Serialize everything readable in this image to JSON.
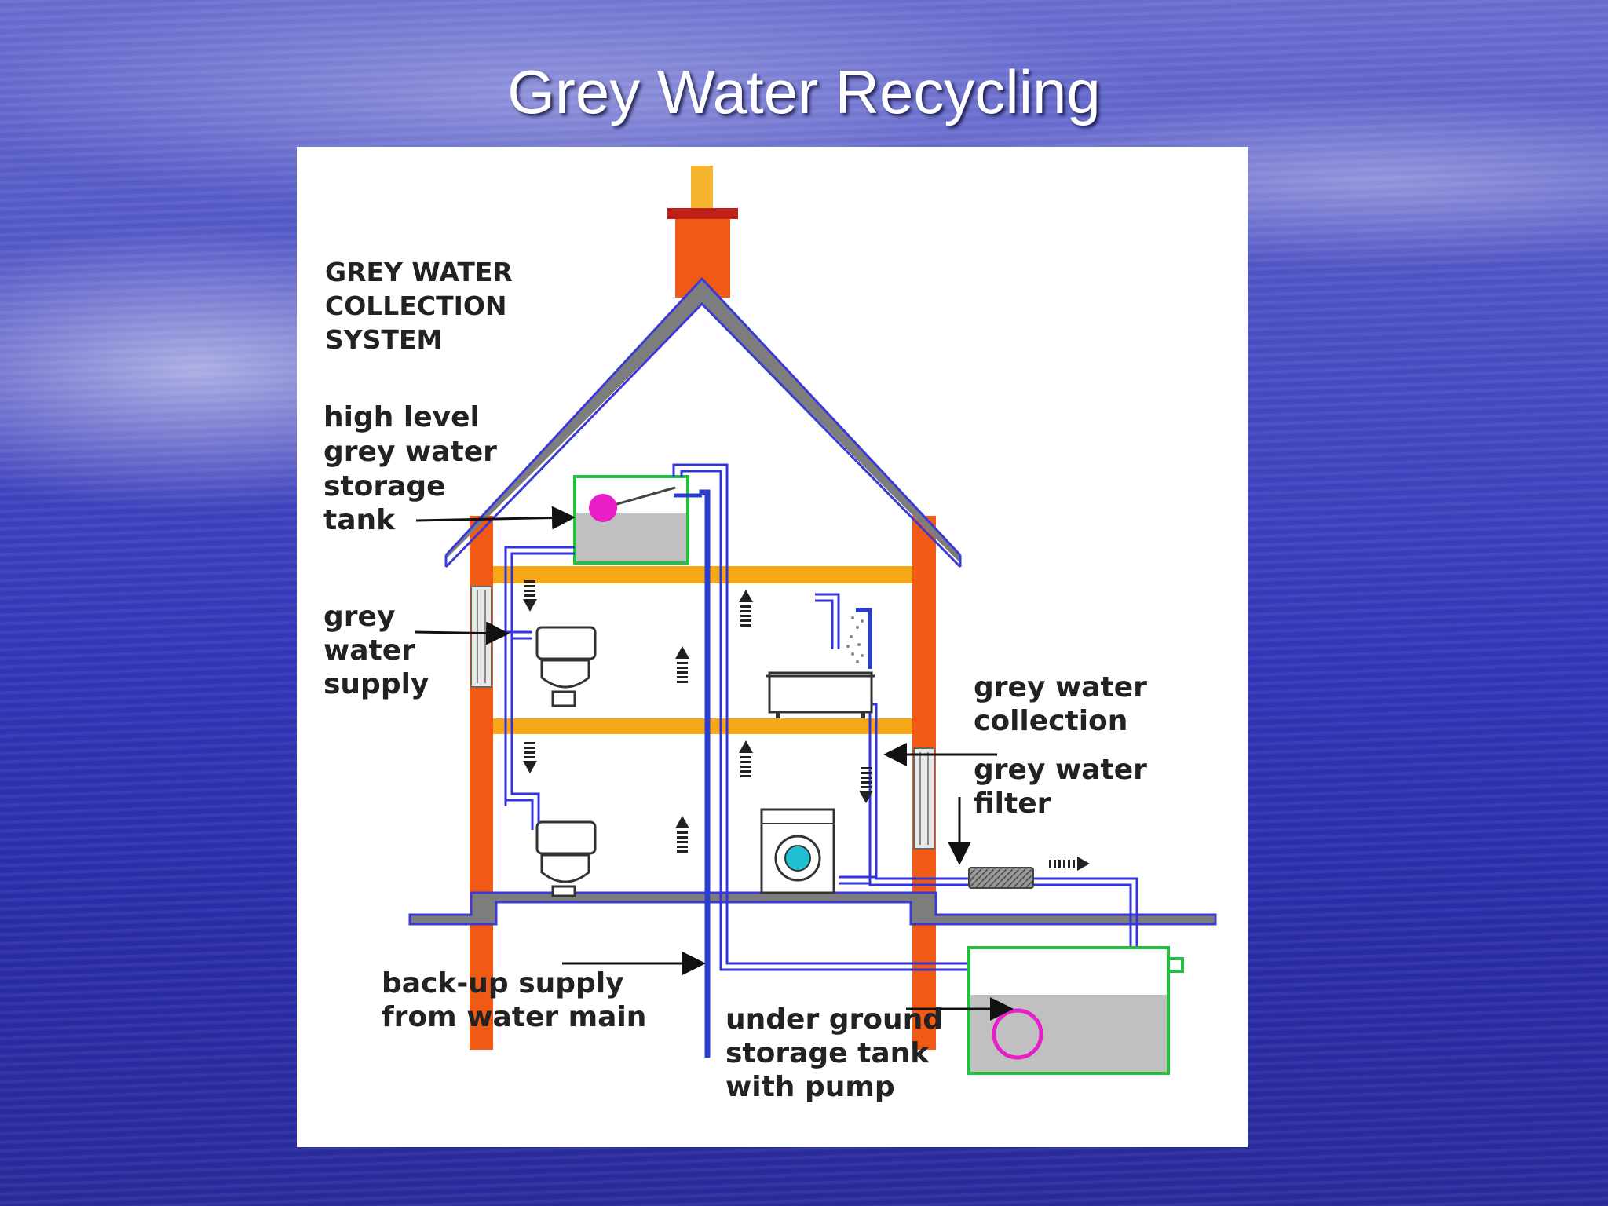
{
  "slide": {
    "title": "Grey Water Recycling"
  },
  "diagram": {
    "heading_lines": [
      "GREY WATER",
      "COLLECTION",
      "SYSTEM"
    ],
    "labels": {
      "high_level_tank": [
        "high level",
        "grey water",
        "storage",
        "tank"
      ],
      "grey_water_supply": [
        "grey",
        "water",
        "supply"
      ],
      "grey_water_collection": [
        "grey water",
        "collection"
      ],
      "grey_water_filter": [
        "grey water",
        "filter"
      ],
      "backup_supply": [
        "back-up supply",
        "from water main"
      ],
      "underground_tank": [
        "under ground",
        "storage tank",
        "with pump"
      ]
    },
    "colors": {
      "wall": "#f05a14",
      "chimney_cap": "#c0201a",
      "chimney_flue": "#f5b52e",
      "roof": "#7d7d7d",
      "roof_edge": "#3a3ad8",
      "floor": "#f7a818",
      "pipe": "#3333dd",
      "mains_pipe": "#2a3fd0",
      "tank_border": "#22c040",
      "tank_water": "#c0c0c0",
      "float": "#e81ec8",
      "washer_drum": "#20c0d0"
    }
  }
}
